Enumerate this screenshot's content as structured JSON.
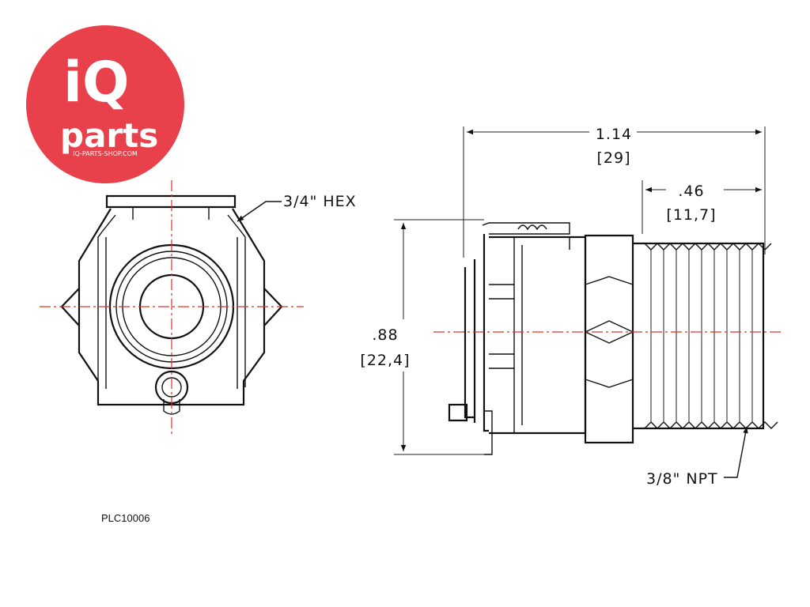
{
  "logo": {
    "brand_main": "iQ",
    "brand_sub": "parts",
    "website": "IQ-PARTS-SHOP.COM",
    "color": "#e8414c"
  },
  "dimensions": {
    "hex": "3/4\" HEX",
    "overall_length_in": "1.14",
    "overall_length_mm": "[29]",
    "thread_length_in": ".46",
    "thread_length_mm": "[11,7]",
    "height_in": ".88",
    "height_mm": "[22,4]",
    "thread": "3/8\" NPT"
  },
  "part_number": "PLC10006",
  "colors": {
    "centerline": "#e0302a",
    "line": "#111111"
  }
}
